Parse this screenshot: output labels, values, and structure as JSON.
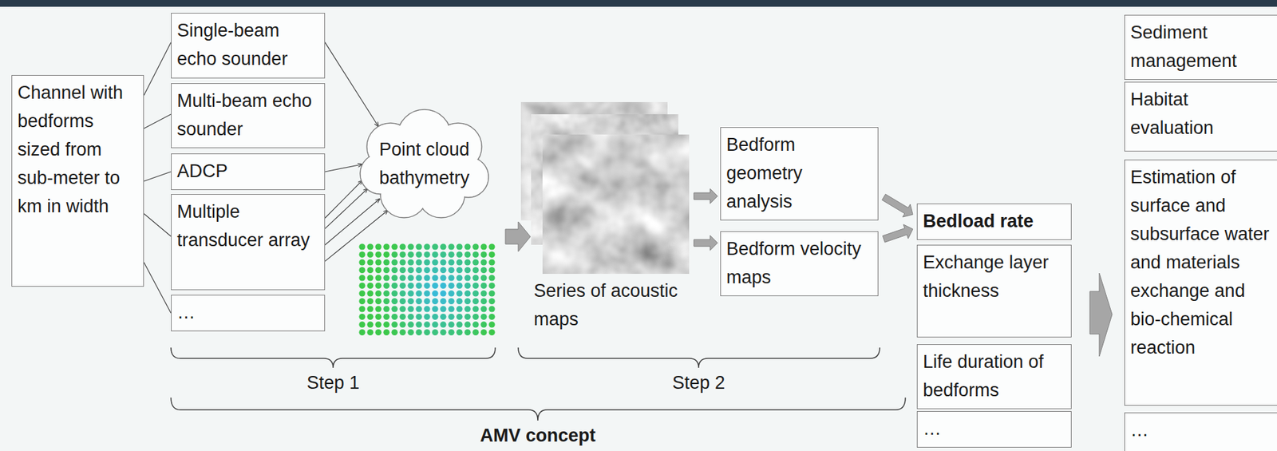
{
  "diagram": {
    "nodes": [
      {
        "text": [
          "Channel with bedforms sized from sub-meter to km in width"
        ]
      },
      {
        "text": [
          "Single-beam echo sounder"
        ]
      },
      {
        "text": [
          "Multi-beam echo sounder"
        ]
      },
      {
        "text": [
          "ADCP"
        ]
      },
      {
        "text": [
          "Multiple transducer array"
        ]
      },
      {
        "text": [
          "…"
        ]
      },
      {
        "text": [
          "Point cloud bathymetry"
        ]
      },
      {
        "text": [
          "Series of acoustic maps"
        ]
      },
      {
        "text": [
          "Bedform geometry analysis"
        ]
      },
      {
        "text": [
          "Bedform velocity maps"
        ]
      },
      {
        "text": [
          "Bedload rate"
        ]
      },
      {
        "text": [
          "Exchange layer thickness"
        ]
      },
      {
        "text": [
          "Life duration of bedforms"
        ]
      },
      {
        "text": [
          "…"
        ]
      },
      {
        "text": [
          "Sediment management"
        ]
      },
      {
        "text": [
          "Habitat evaluation"
        ]
      },
      {
        "text": [
          "Estimation of surface and subsurface water and materials exchange and bio-chemical reaction"
        ]
      },
      {
        "text": [
          "…"
        ]
      }
    ],
    "edges": [
      {
        "from": 0,
        "to": 1,
        "arrow": "none"
      },
      {
        "from": 0,
        "to": 2,
        "arrow": "none"
      },
      {
        "from": 0,
        "to": 3,
        "arrow": "none"
      },
      {
        "from": 0,
        "to": 4,
        "arrow": "none"
      },
      {
        "from": 0,
        "to": 5,
        "arrow": "none"
      },
      {
        "from": 1,
        "to": 6,
        "arrow": "to"
      },
      {
        "from": 3,
        "to": 6,
        "arrow": "to"
      },
      {
        "from": 4,
        "to": 6,
        "arrow": "to"
      },
      {
        "from": 4,
        "to": 6,
        "arrow": "to"
      },
      {
        "from": 4,
        "to": 6,
        "arrow": "to"
      },
      {
        "from": 4,
        "to": 6,
        "arrow": "to"
      },
      {
        "from": 6,
        "to": 7,
        "arrow": "to"
      },
      {
        "from": 7,
        "to": 8,
        "arrow": "to"
      },
      {
        "from": 7,
        "to": 9,
        "arrow": "to"
      },
      {
        "from": 8,
        "to": 10,
        "arrow": "to"
      },
      {
        "from": 9,
        "to": 10,
        "arrow": "to"
      }
    ],
    "labels": [
      "Step 1",
      "Step 2",
      "AMV concept"
    ]
  }
}
